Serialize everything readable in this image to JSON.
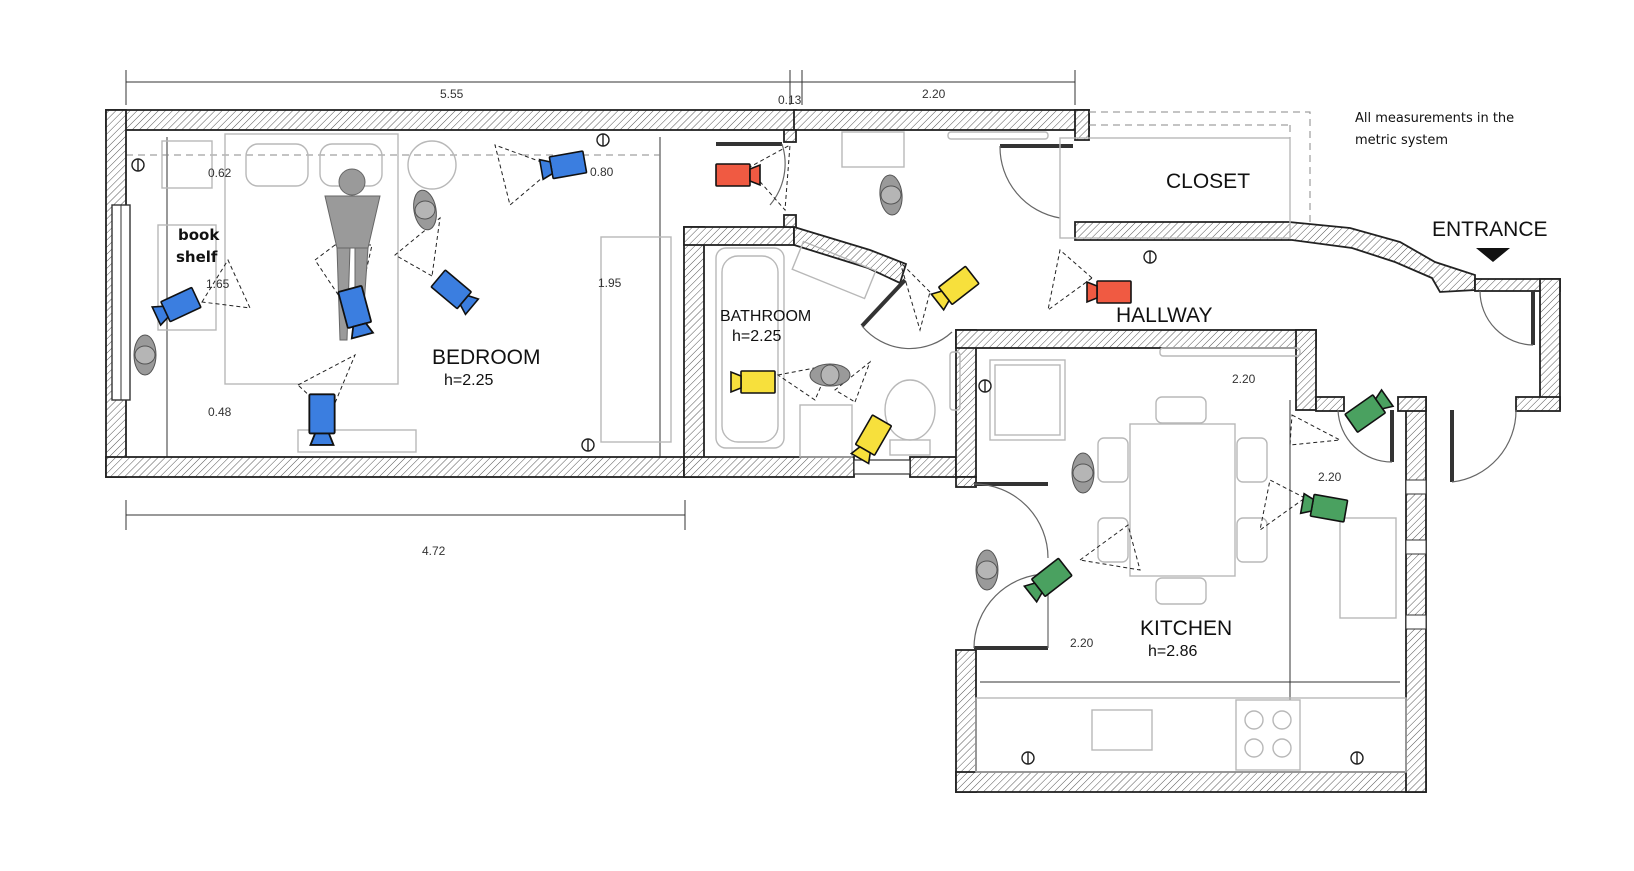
{
  "rooms": {
    "bedroom": {
      "name": "BEDROOM",
      "height": "h=2.25"
    },
    "bathroom": {
      "name": "BATHROOM",
      "height": "h=2.25"
    },
    "kitchen": {
      "name": "KITCHEN",
      "height": "h=2.86"
    },
    "hallway": {
      "name": "HALLWAY"
    },
    "closet": {
      "name": "CLOSET"
    },
    "entrance": {
      "name": "ENTRANCE"
    }
  },
  "labels": {
    "book": "book",
    "shelf": "shelf",
    "note_line1": "All measurements in the",
    "note_line2": "metric system"
  },
  "dimensions": {
    "top_bedroom": "5.55",
    "top_gap": "0.13",
    "top_right": "2.20",
    "bottom_bedroom": "4.72",
    "window_top": "0.62",
    "window_bottom": "0.48",
    "shelf": "1.65",
    "wardrobe_depth": "0.80",
    "wardrobe_len": "1.95",
    "kitchen_top": "2.20",
    "kitchen_right": "2.20",
    "kitchen_bottom": "2.20"
  },
  "colors": {
    "blue": "#3b7ee0",
    "red": "#f05a42",
    "yellow": "#f7e03c",
    "green": "#4aa160",
    "person": "#9a9a9a",
    "wall": "#222222"
  },
  "cameras": [
    {
      "icon": "camera-icon",
      "color": "blue",
      "room": "bedroom"
    },
    {
      "icon": "camera-icon",
      "color": "blue",
      "room": "bedroom"
    },
    {
      "icon": "camera-icon",
      "color": "blue",
      "room": "bedroom"
    },
    {
      "icon": "camera-icon",
      "color": "blue",
      "room": "bedroom"
    },
    {
      "icon": "camera-icon",
      "color": "blue",
      "room": "bedroom"
    },
    {
      "icon": "camera-icon",
      "color": "red",
      "room": "hallway"
    },
    {
      "icon": "camera-icon",
      "color": "red",
      "room": "hallway"
    },
    {
      "icon": "camera-icon",
      "color": "yellow",
      "room": "bathroom"
    },
    {
      "icon": "camera-icon",
      "color": "yellow",
      "room": "bathroom"
    },
    {
      "icon": "camera-icon",
      "color": "yellow",
      "room": "bathroom"
    },
    {
      "icon": "camera-icon",
      "color": "green",
      "room": "kitchen"
    },
    {
      "icon": "camera-icon",
      "color": "green",
      "room": "kitchen"
    },
    {
      "icon": "camera-icon",
      "color": "green",
      "room": "kitchen"
    }
  ]
}
